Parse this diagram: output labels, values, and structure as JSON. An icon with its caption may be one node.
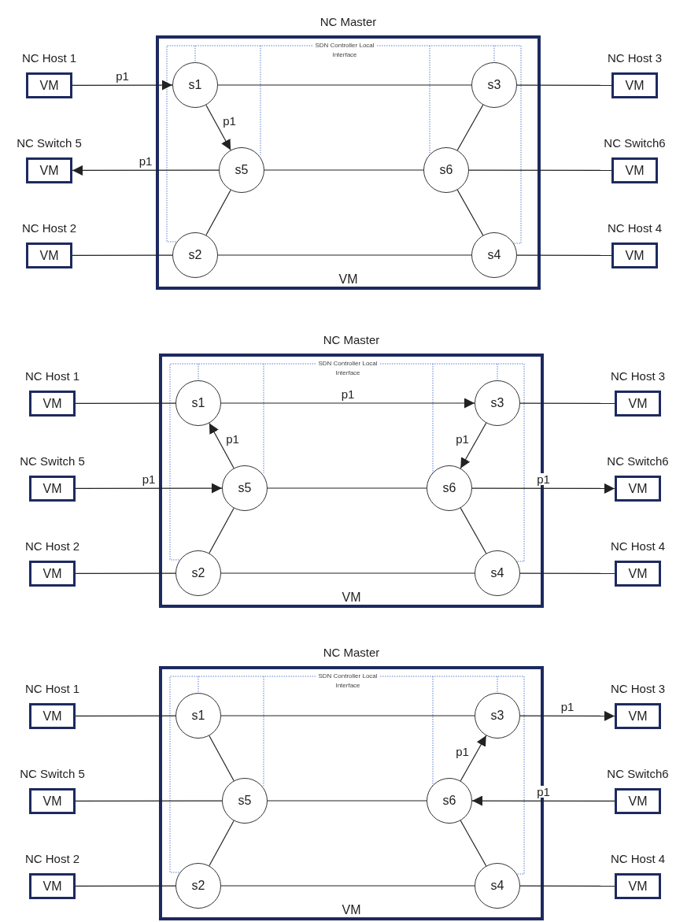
{
  "diagram": {
    "nodes": [
      {
        "text": [
          "NC Master",
          "VM"
        ]
      },
      {
        "text": [
          "s1"
        ],
        "in": 0
      },
      {
        "text": [
          "s3"
        ],
        "in": 0
      },
      {
        "text": [
          "s5"
        ],
        "in": 0
      },
      {
        "text": [
          "s6"
        ],
        "in": 0
      },
      {
        "text": [
          "s2"
        ],
        "in": 0
      },
      {
        "text": [
          "s4"
        ],
        "in": 0
      },
      {
        "text": [
          "NC Host 1",
          "VM"
        ]
      },
      {
        "text": [
          "NC Host 3",
          "VM"
        ]
      },
      {
        "text": [
          "NC Switch 5",
          "VM"
        ]
      },
      {
        "text": [
          "NC Switch6",
          "VM"
        ]
      },
      {
        "text": [
          "NC Host 2",
          "VM"
        ]
      },
      {
        "text": [
          "NC Host 4",
          "VM"
        ]
      },
      {
        "text": [
          "NC Master",
          "VM"
        ]
      },
      {
        "text": [
          "s1"
        ],
        "in": 13
      },
      {
        "text": [
          "s3"
        ],
        "in": 13
      },
      {
        "text": [
          "s5"
        ],
        "in": 13
      },
      {
        "text": [
          "s6"
        ],
        "in": 13
      },
      {
        "text": [
          "s2"
        ],
        "in": 13
      },
      {
        "text": [
          "s4"
        ],
        "in": 13
      },
      {
        "text": [
          "NC Host 1",
          "VM"
        ]
      },
      {
        "text": [
          "NC Host 3",
          "VM"
        ]
      },
      {
        "text": [
          "NC Switch 5",
          "VM"
        ]
      },
      {
        "text": [
          "NC Switch6",
          "VM"
        ]
      },
      {
        "text": [
          "NC Host 2",
          "VM"
        ]
      },
      {
        "text": [
          "NC Host 4",
          "VM"
        ]
      },
      {
        "text": [
          "NC Master",
          "VM"
        ]
      },
      {
        "text": [
          "s1"
        ],
        "in": 26
      },
      {
        "text": [
          "s3"
        ],
        "in": 26
      },
      {
        "text": [
          "s5"
        ],
        "in": 26
      },
      {
        "text": [
          "s6"
        ],
        "in": 26
      },
      {
        "text": [
          "s2"
        ],
        "in": 26
      },
      {
        "text": [
          "s4"
        ],
        "in": 26
      },
      {
        "text": [
          "NC Host 1",
          "VM"
        ]
      },
      {
        "text": [
          "NC Host 3",
          "VM"
        ]
      },
      {
        "text": [
          "NC Switch 5",
          "VM"
        ]
      },
      {
        "text": [
          "NC Switch6",
          "VM"
        ]
      },
      {
        "text": [
          "NC Host 2",
          "VM"
        ]
      },
      {
        "text": [
          "NC Host 4",
          "VM"
        ]
      }
    ],
    "edges": [
      {
        "from": 7,
        "to": 1,
        "arrow": "to",
        "label": "p1"
      },
      {
        "from": 1,
        "to": 2,
        "arrow": "none"
      },
      {
        "from": 1,
        "to": 3,
        "arrow": "to",
        "label": "p1"
      },
      {
        "from": 3,
        "to": 9,
        "arrow": "to",
        "label": "p1"
      },
      {
        "from": 2,
        "to": 8,
        "arrow": "none"
      },
      {
        "from": 3,
        "to": 4,
        "arrow": "none"
      },
      {
        "from": 2,
        "to": 4,
        "arrow": "none"
      },
      {
        "from": 4,
        "to": 10,
        "arrow": "none"
      },
      {
        "from": 3,
        "to": 5,
        "arrow": "none"
      },
      {
        "from": 4,
        "to": 6,
        "arrow": "none"
      },
      {
        "from": 11,
        "to": 5,
        "arrow": "none"
      },
      {
        "from": 5,
        "to": 6,
        "arrow": "none"
      },
      {
        "from": 6,
        "to": 12,
        "arrow": "none"
      },
      {
        "from": 20,
        "to": 14,
        "arrow": "none"
      },
      {
        "from": 14,
        "to": 15,
        "arrow": "to",
        "label": "p1"
      },
      {
        "from": 16,
        "to": 14,
        "arrow": "to",
        "label": "p1"
      },
      {
        "from": 22,
        "to": 16,
        "arrow": "to",
        "label": "p1"
      },
      {
        "from": 15,
        "to": 21,
        "arrow": "none"
      },
      {
        "from": 15,
        "to": 17,
        "arrow": "to",
        "label": "p1"
      },
      {
        "from": 16,
        "to": 17,
        "arrow": "none"
      },
      {
        "from": 17,
        "to": 23,
        "arrow": "to",
        "label": "p1"
      },
      {
        "from": 16,
        "to": 18,
        "arrow": "none"
      },
      {
        "from": 17,
        "to": 19,
        "arrow": "none"
      },
      {
        "from": 24,
        "to": 18,
        "arrow": "none"
      },
      {
        "from": 18,
        "to": 19,
        "arrow": "none"
      },
      {
        "from": 19,
        "to": 25,
        "arrow": "none"
      },
      {
        "from": 33,
        "to": 27,
        "arrow": "none"
      },
      {
        "from": 27,
        "to": 28,
        "arrow": "none"
      },
      {
        "from": 28,
        "to": 34,
        "arrow": "to",
        "label": "p1"
      },
      {
        "from": 27,
        "to": 29,
        "arrow": "none"
      },
      {
        "from": 35,
        "to": 29,
        "arrow": "none"
      },
      {
        "from": 29,
        "to": 30,
        "arrow": "none"
      },
      {
        "from": 30,
        "to": 28,
        "arrow": "to",
        "label": "p1"
      },
      {
        "from": 36,
        "to": 30,
        "arrow": "to",
        "label": "p1"
      },
      {
        "from": 29,
        "to": 31,
        "arrow": "none"
      },
      {
        "from": 30,
        "to": 32,
        "arrow": "none"
      },
      {
        "from": 37,
        "to": 31,
        "arrow": "none"
      },
      {
        "from": 31,
        "to": 32,
        "arrow": "none"
      },
      {
        "from": 32,
        "to": 38,
        "arrow": "none"
      }
    ],
    "labels": [
      "SDN Controller Local Interface",
      "SDN Controller Local Interface",
      "SDN Controller Local Interface"
    ]
  }
}
